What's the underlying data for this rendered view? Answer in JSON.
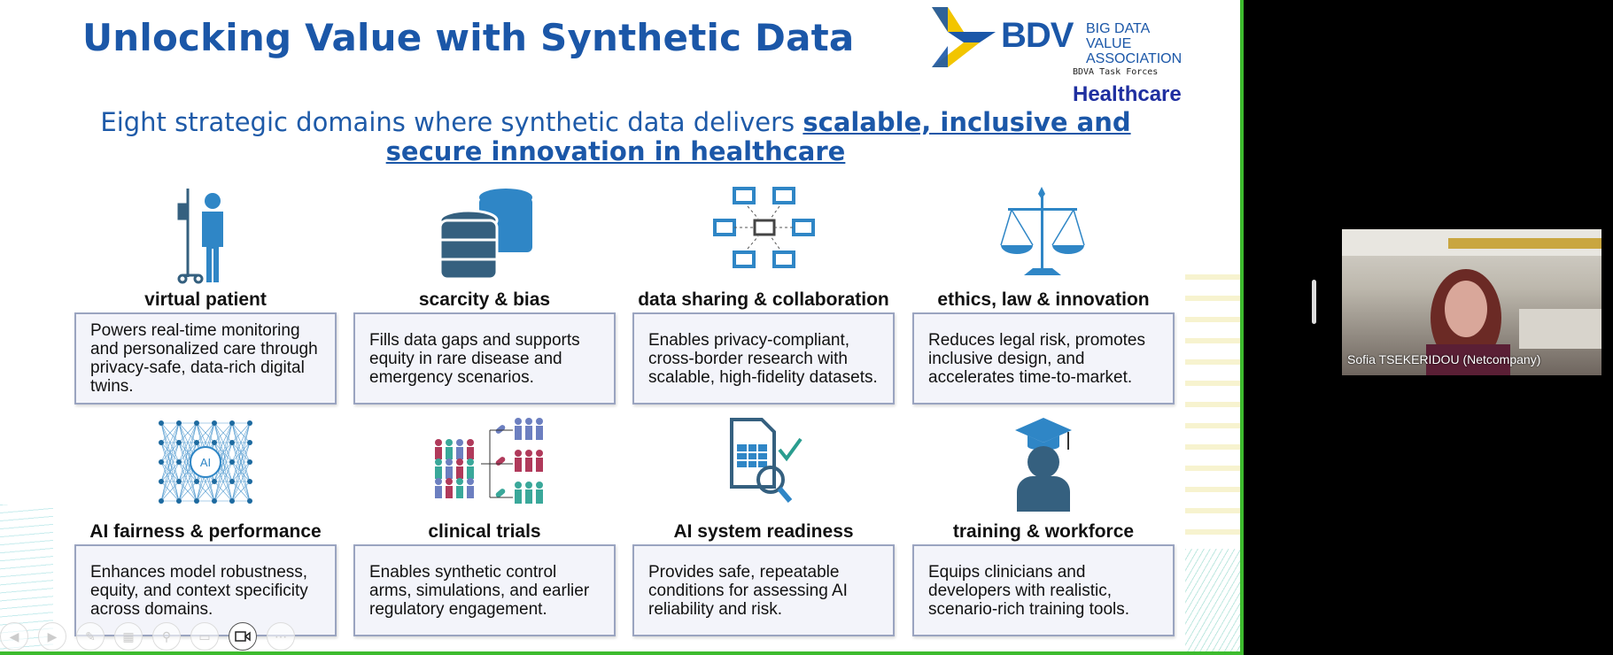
{
  "slide": {
    "title": "Unlocking Value with Synthetic Data",
    "logo": {
      "brand": "BDV",
      "name_line1": "BIG DATA VALUE",
      "name_line2": "ASSOCIATION",
      "task_forces": "BDVA Task Forces",
      "task_force": "Healthcare"
    },
    "subtitle_plain": "Eight strategic domains where synthetic data delivers ",
    "subtitle_bold": "scalable, inclusive and secure innovation in healthcare",
    "domains": [
      {
        "icon": "virtual-patient-icon",
        "title": "virtual patient",
        "text": "Powers real-time monitoring and personalized care through privacy-safe, data-rich digital twins."
      },
      {
        "icon": "database-icon",
        "title": "scarcity & bias",
        "text": "Fills data gaps and supports equity in rare disease and emergency scenarios."
      },
      {
        "icon": "network-icon",
        "title": "data sharing & collaboration",
        "text": "Enables privacy-compliant, cross-border research with scalable, high-fidelity datasets."
      },
      {
        "icon": "scales-icon",
        "title": "ethics, law & innovation",
        "text": "Reduces legal risk, promotes inclusive design, and accelerates time-to-market."
      },
      {
        "icon": "neural-network-icon",
        "title": "AI fairness & performance",
        "text": "Enhances model robustness, equity, and context specificity across domains."
      },
      {
        "icon": "clinical-trials-icon",
        "title": "clinical trials",
        "text": "Enables synthetic control arms, simulations, and earlier regulatory engagement."
      },
      {
        "icon": "document-check-icon",
        "title": "AI system readiness",
        "text": "Provides safe, repeatable conditions for assessing AI reliability and risk."
      },
      {
        "icon": "graduate-icon",
        "title": "training & workforce",
        "text": "Equips clinicians and developers with realistic, scenario-rich training tools."
      }
    ],
    "ai_label": "AI"
  },
  "participant": {
    "name": "Sofia TSEKERIDOU (Netcompany)"
  },
  "colors": {
    "brand": "#1b57a8",
    "icon": "#2f86c6",
    "active_border": "#3dbb2e"
  }
}
